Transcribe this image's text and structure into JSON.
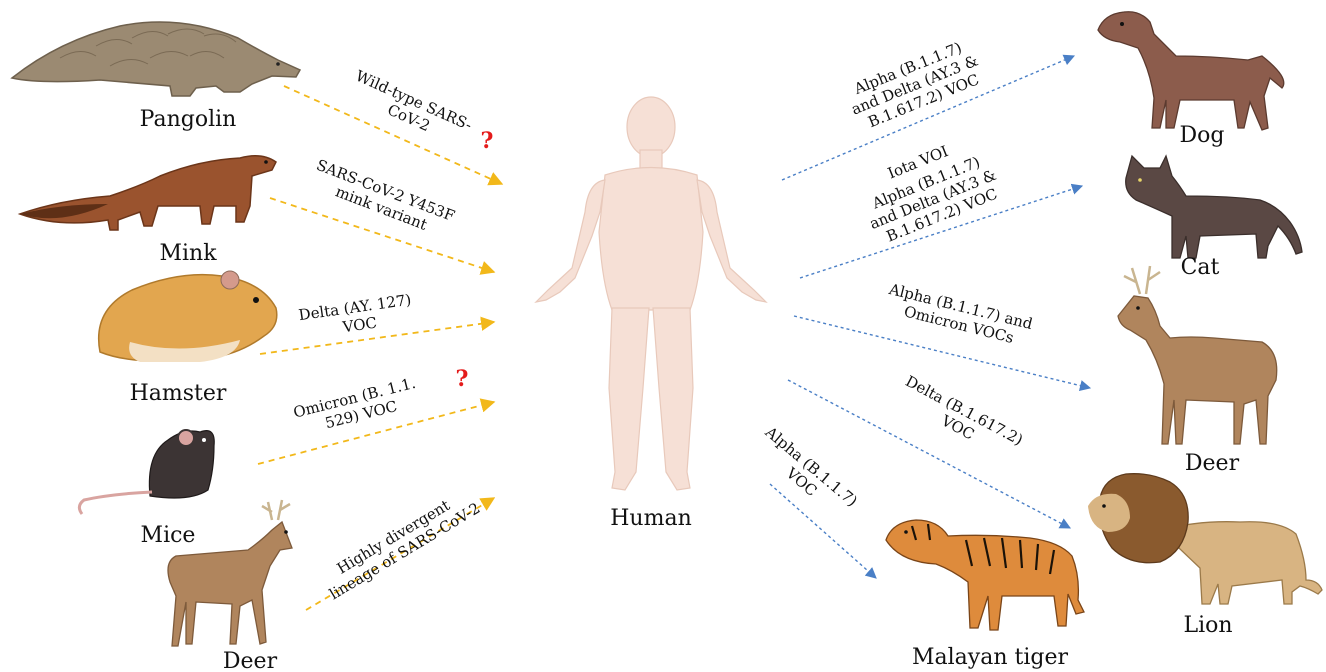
{
  "diagram": {
    "center": {
      "label": "Human"
    },
    "sources": [
      {
        "id": "pangolin",
        "label": "Pangolin",
        "variant": [
          "Wild-type SARS-",
          "CoV-2"
        ],
        "uncertain": true
      },
      {
        "id": "mink",
        "label": "Mink",
        "variant": [
          "SARS-CoV-2 Y453F",
          "mink variant"
        ],
        "uncertain": false
      },
      {
        "id": "hamster",
        "label": "Hamster",
        "variant": [
          "Delta (AY. 127)",
          "VOC"
        ],
        "uncertain": false
      },
      {
        "id": "mice",
        "label": "Mice",
        "variant": [
          "Omicron (B. 1.1.",
          "529) VOC"
        ],
        "uncertain": true
      },
      {
        "id": "deer-left",
        "label": "Deer",
        "variant": [
          "Highly divergent",
          "lineage of SARS-CoV-2"
        ],
        "uncertain": false
      }
    ],
    "targets": [
      {
        "id": "dog",
        "label": "Dog",
        "variant": [
          "Alpha (B.1.1.7)",
          "and Delta (AY.3 &",
          "B.1.617.2) VOC"
        ]
      },
      {
        "id": "cat",
        "label": "Cat",
        "variant": [
          "Iota VOI",
          "Alpha (B.1.1.7)",
          "and Delta (AY.3 &",
          "B.1.617.2) VOC"
        ]
      },
      {
        "id": "deer-right",
        "label": "Deer",
        "variant": [
          "Alpha (B.1.1.7)  and",
          "Omicron VOCs"
        ]
      },
      {
        "id": "lion",
        "label": "Lion",
        "variant": [
          "Delta (B.1.617.2)",
          "VOC"
        ]
      },
      {
        "id": "tiger",
        "label": "Malayan tiger",
        "variant": [
          "Alpha (B.1.1.7)",
          "VOC"
        ]
      }
    ],
    "uncertainty_mark": "?",
    "colors": {
      "inbound_arrow": "#f2b81a",
      "outbound_arrow": "#4a7fc6",
      "question_mark": "#e41b1b",
      "human_body": "#f6e0d6",
      "pangolin": "#9b8a72",
      "mink": "#9a532e",
      "hamster": "#e2a64f",
      "mouse": "#3c3434",
      "deer": "#b0855d",
      "dog": "#8c5c4c",
      "cat": "#5a4844",
      "lion": "#d8b482",
      "tiger": "#de8b3c"
    }
  }
}
